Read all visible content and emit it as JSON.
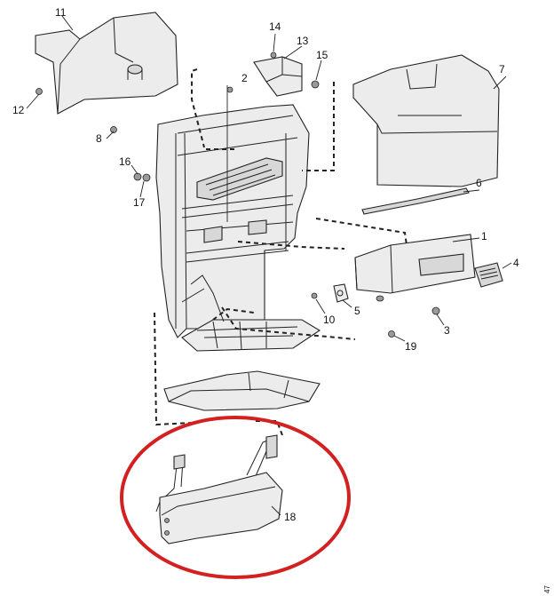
{
  "diagram": {
    "callouts": [
      "1",
      "2",
      "3",
      "4",
      "5",
      "6",
      "7",
      "8",
      "10",
      "11",
      "12",
      "13",
      "14",
      "15",
      "16",
      "17",
      "18",
      "19"
    ],
    "figure_id": "47",
    "highlight_color": "#d32020"
  }
}
